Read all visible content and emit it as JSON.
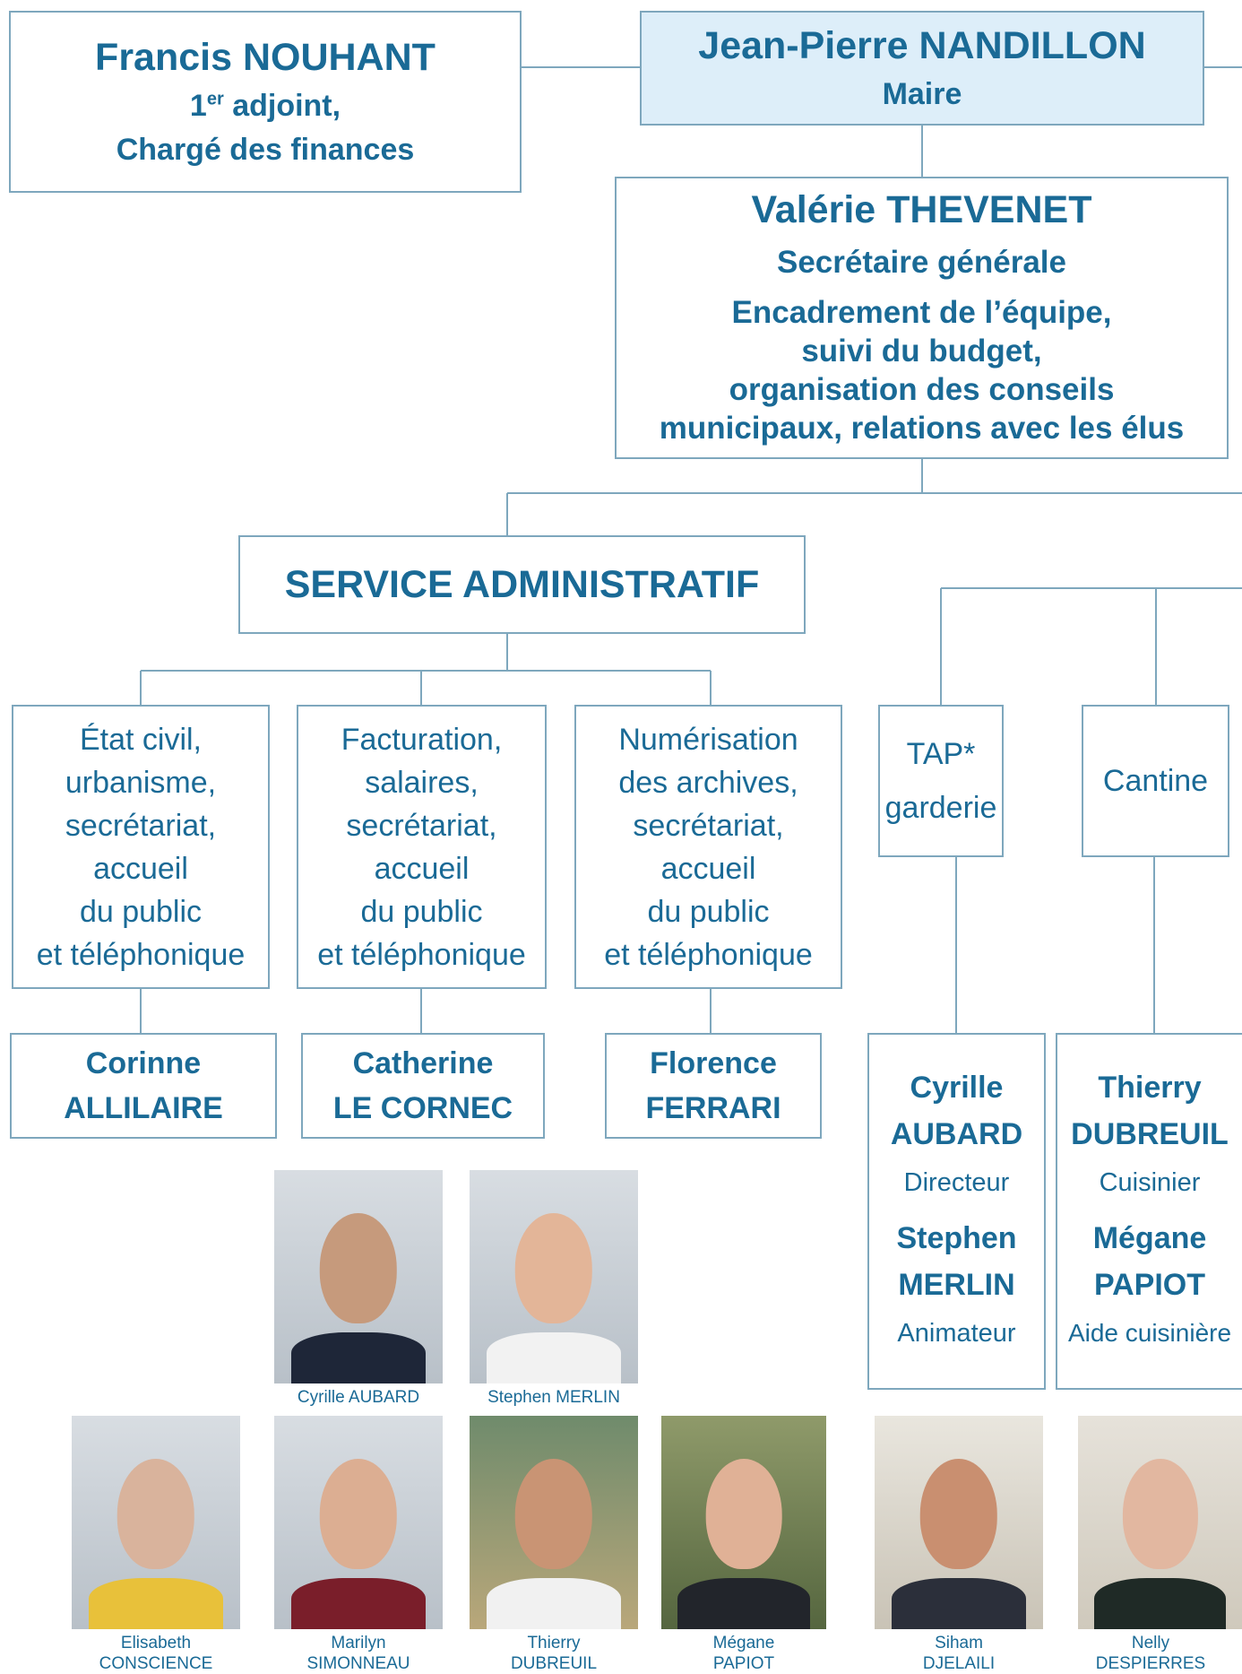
{
  "mayor": {
    "name": "Jean-Pierre NANDILLON",
    "role": "Maire"
  },
  "deputy": {
    "name": "Francis NOUHANT",
    "role_number": "1",
    "role_sup": "er",
    "role_rest": " adjoint,",
    "role2": "Chargé des finances"
  },
  "secretary": {
    "name": "Valérie THEVENET",
    "title": "Secrétaire générale",
    "duties": [
      "Encadrement de l’équipe,",
      "suivi du budget,",
      "organisation des conseils",
      "municipaux, relations avec les élus"
    ]
  },
  "admin_service": {
    "label": "SERVICE ADMINISTRATIF"
  },
  "admin_roles": [
    {
      "lines": [
        "État civil,",
        "urbanisme,",
        "secrétariat,",
        "accueil",
        "du public",
        "et téléphonique"
      ],
      "person_first": "Corinne",
      "person_last": "ALLILAIRE"
    },
    {
      "lines": [
        "Facturation,",
        "salaires,",
        "secrétariat,",
        "accueil",
        "du public",
        "et téléphonique"
      ],
      "person_first": "Catherine",
      "person_last": "LE CORNEC"
    },
    {
      "lines": [
        "Numérisation",
        "des archives,",
        "secrétariat,",
        "accueil",
        "du public",
        "et téléphonique"
      ],
      "person_first": "Florence",
      "person_last": "FERRARI"
    }
  ],
  "tap": {
    "line1": "TAP*",
    "line2": "garderie"
  },
  "cantine": {
    "label": "Cantine"
  },
  "tap_staff": [
    {
      "first": "Cyrille",
      "last": "AUBARD",
      "role": "Directeur"
    },
    {
      "first": "Stephen",
      "last": "MERLIN",
      "role": "Animateur"
    }
  ],
  "cantine_staff": [
    {
      "first": "Thierry",
      "last": "DUBREUIL",
      "role": "Cuisinier"
    },
    {
      "first": "Mégane",
      "last": "PAPIOT",
      "role": "Aide cuisinière"
    }
  ],
  "photos_row1": [
    {
      "caption": "Cyrille AUBARD"
    },
    {
      "caption": "Stephen MERLIN"
    }
  ],
  "photos_row2": [
    {
      "first": "Elisabeth",
      "last": "CONSCIENCE"
    },
    {
      "first": "Marilyn",
      "last": "SIMONNEAU"
    },
    {
      "first": "Thierry",
      "last": "DUBREUIL"
    },
    {
      "first": "Mégane",
      "last": "PAPIOT"
    },
    {
      "first": "Siham",
      "last": "DJELAILI"
    },
    {
      "first": "Nelly",
      "last": "DESPIERRES"
    }
  ],
  "colors": {
    "text": "#1a6a96",
    "border": "#7ea7bd",
    "highlight": "#ddeef9"
  }
}
